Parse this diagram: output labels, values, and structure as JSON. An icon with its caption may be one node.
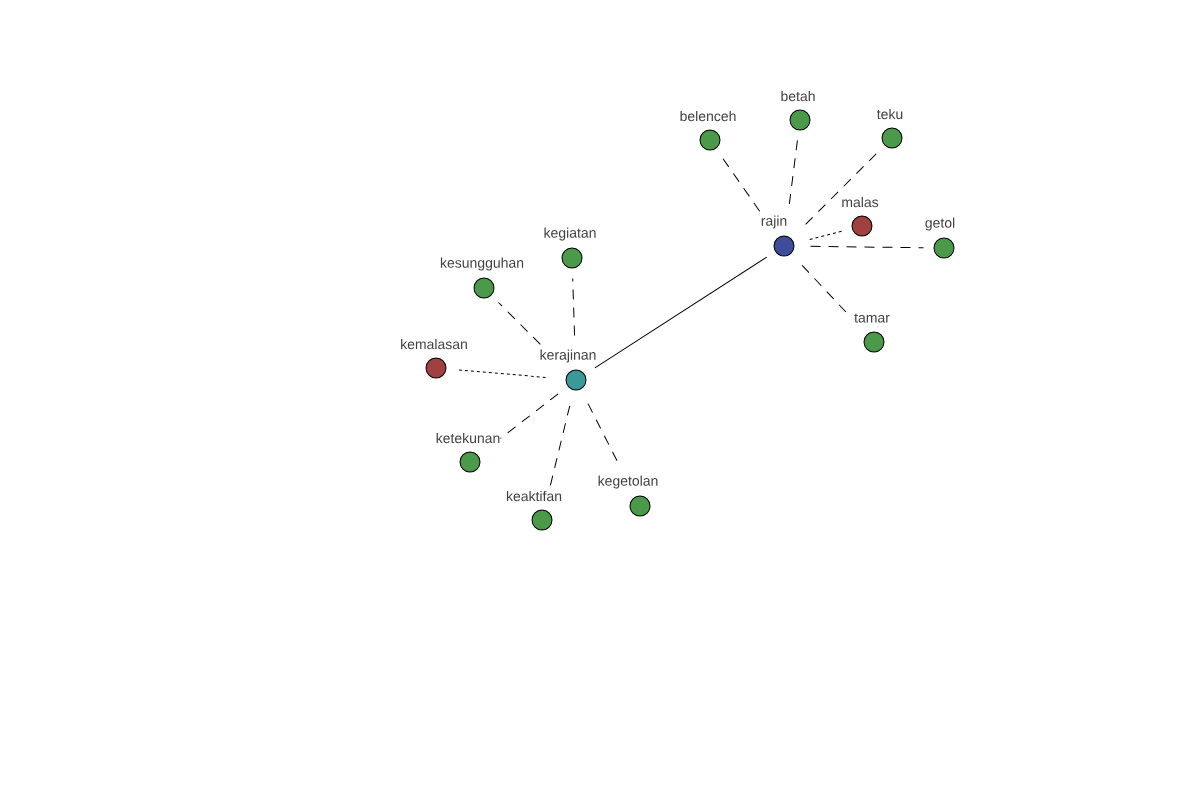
{
  "diagram": {
    "nodes": [
      {
        "text": [
          "kerajinan"
        ]
      },
      {
        "text": [
          "rajin"
        ]
      },
      {
        "text": [
          "kegiatan"
        ]
      },
      {
        "text": [
          "kesungguhan"
        ]
      },
      {
        "text": [
          "kemalasan"
        ]
      },
      {
        "text": [
          "ketekunan"
        ]
      },
      {
        "text": [
          "keaktifan"
        ]
      },
      {
        "text": [
          "kegetolan"
        ]
      },
      {
        "text": [
          "belenceh"
        ]
      },
      {
        "text": [
          "betah"
        ]
      },
      {
        "text": [
          "teku"
        ]
      },
      {
        "text": [
          "malas"
        ]
      },
      {
        "text": [
          "getol"
        ]
      },
      {
        "text": [
          "tamar"
        ]
      }
    ],
    "edges": [
      {
        "from": 0,
        "to": 1,
        "arrow": "none"
      },
      {
        "from": 0,
        "to": 2,
        "arrow": "none",
        "style": "dashed"
      },
      {
        "from": 0,
        "to": 3,
        "arrow": "none",
        "style": "dashed"
      },
      {
        "from": 0,
        "to": 4,
        "arrow": "none",
        "style": "dashed"
      },
      {
        "from": 0,
        "to": 5,
        "arrow": "none",
        "style": "dashed"
      },
      {
        "from": 0,
        "to": 6,
        "arrow": "none",
        "style": "dashed"
      },
      {
        "from": 0,
        "to": 7,
        "arrow": "none",
        "style": "dashed"
      },
      {
        "from": 1,
        "to": 8,
        "arrow": "none",
        "style": "dashed"
      },
      {
        "from": 1,
        "to": 9,
        "arrow": "none",
        "style": "dashed"
      },
      {
        "from": 1,
        "to": 10,
        "arrow": "none",
        "style": "dashed"
      },
      {
        "from": 1,
        "to": 11,
        "arrow": "none",
        "style": "dashed"
      },
      {
        "from": 1,
        "to": 12,
        "arrow": "none",
        "style": "dashed"
      },
      {
        "from": 1,
        "to": 13,
        "arrow": "none",
        "style": "dashed"
      }
    ]
  }
}
